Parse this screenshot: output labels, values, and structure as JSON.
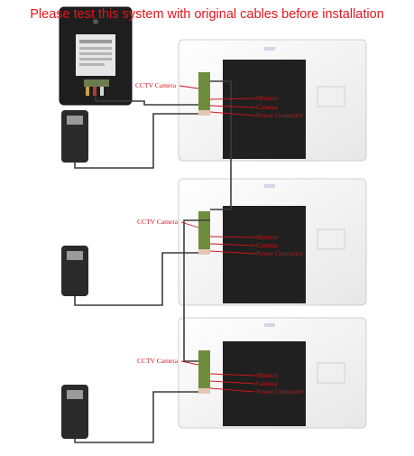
{
  "heading": "Please test this system with original cables before installation",
  "labels": {
    "cctv": "CCTV Camera",
    "monitor": "Monitor",
    "camera": "Camera",
    "power": "Power Connector"
  },
  "colors": {
    "heading": "#e8141b",
    "label": "#d3141b",
    "cable": "#3c3c3c",
    "panel": "#202020"
  },
  "icons": [
    "door-camera-icon",
    "power-adapter-icon",
    "monitor-unit-icon",
    "cable-connector-icon"
  ]
}
